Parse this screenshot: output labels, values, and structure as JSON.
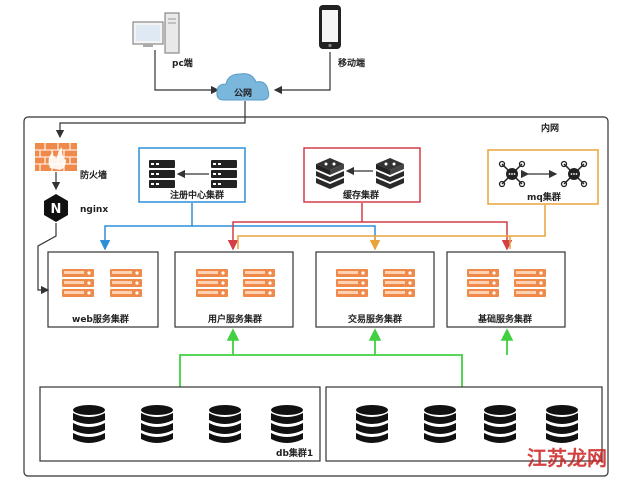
{
  "nodes": {
    "pc": "pc端",
    "mobile": "移动端",
    "public_net": "公网",
    "intranet": "内网",
    "firewall": "防火墙",
    "nginx": "nginx",
    "nginx_logo": "N",
    "registry": "注册中心集群",
    "cache": "缓存集群",
    "mq": "mq集群",
    "web": "web服务集群",
    "user": "用户服务集群",
    "trade": "交易服务集群",
    "base": "基础服务集群",
    "db": "db集群1"
  },
  "watermark": "江苏龙网",
  "colors": {
    "registry": "#2f8fd6",
    "cache": "#d43d4a",
    "mq": "#e8a33a",
    "green": "#40d040",
    "cloud": "#7bb6dc",
    "server": "#f08a4b",
    "db": "#111111"
  }
}
